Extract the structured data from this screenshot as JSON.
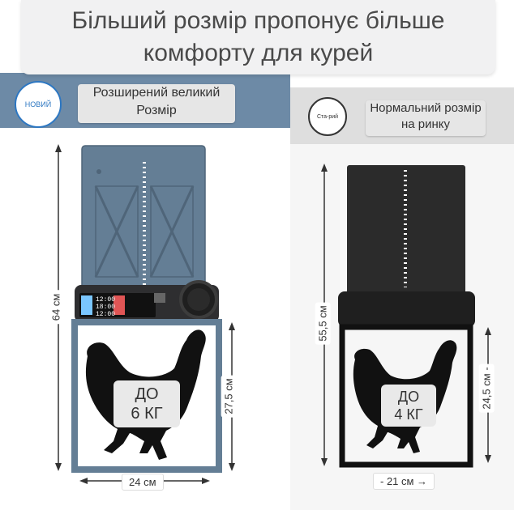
{
  "header": {
    "title": "Більший розмір пропонує більше комфорту для курей"
  },
  "left": {
    "badge": "НОВИЙ",
    "label": "Розширений великий Розмір",
    "weight_line1": "ДО",
    "weight_line2": "6 КГ",
    "height_total": "64 см",
    "height_opening": "27,5 см",
    "width": "24 см",
    "display_times": [
      "12:00",
      "18:00",
      "12:00"
    ]
  },
  "right": {
    "badge": "Ста-рий",
    "label": "Нормальний розмір на ринку",
    "weight_line1": "ДО",
    "weight_line2": "4 КГ",
    "height_total": "55,5 см",
    "height_opening": "24,5 см -",
    "width": "- 21 см →"
  },
  "colors": {
    "new_door": "#647e95",
    "old_door": "#2b2b2b",
    "panel_left": "#6d8aa6",
    "panel_right": "#dedede"
  }
}
